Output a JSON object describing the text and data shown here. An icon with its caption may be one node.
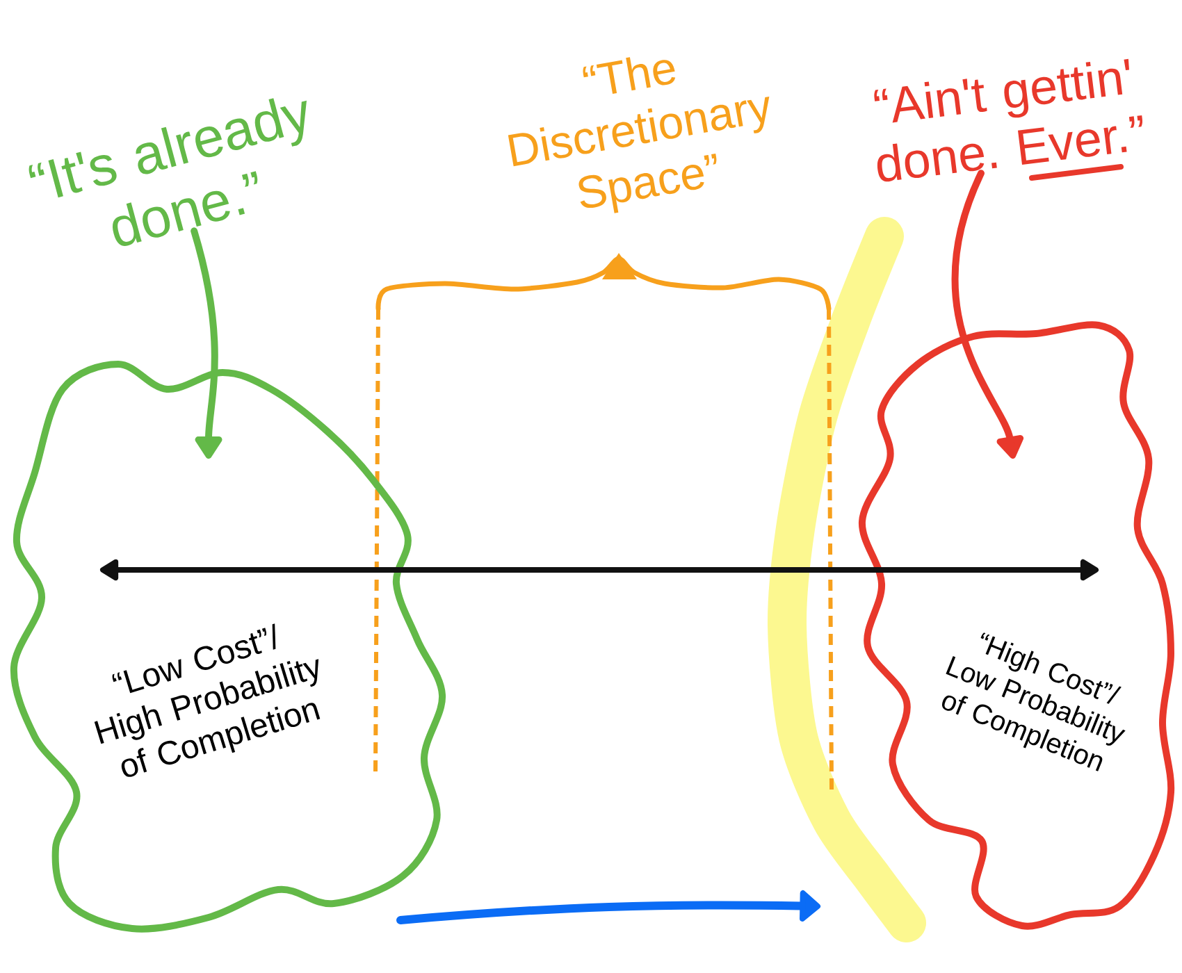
{
  "diagram": {
    "nodes": [
      {
        "text": [
          "“It's already done.”"
        ]
      },
      {
        "text": [
          "“Ain't gettin' done. Ever.”"
        ]
      },
      {
        "text": [
          "“Low Cost”/ High Probability of Completion"
        ]
      },
      {
        "text": [
          "“High Cost”/ Low Probability of Completion"
        ]
      }
    ],
    "edges": [
      {
        "from": 0,
        "to": 2,
        "arrow": "to",
        "color": "#63b948"
      },
      {
        "from": 1,
        "to": 3,
        "arrow": "to",
        "color": "#e8382b"
      },
      {
        "from": 2,
        "to": 3,
        "arrow": "both",
        "color": "#111111"
      }
    ],
    "labels": [
      "“The Discretionary Space”"
    ]
  }
}
